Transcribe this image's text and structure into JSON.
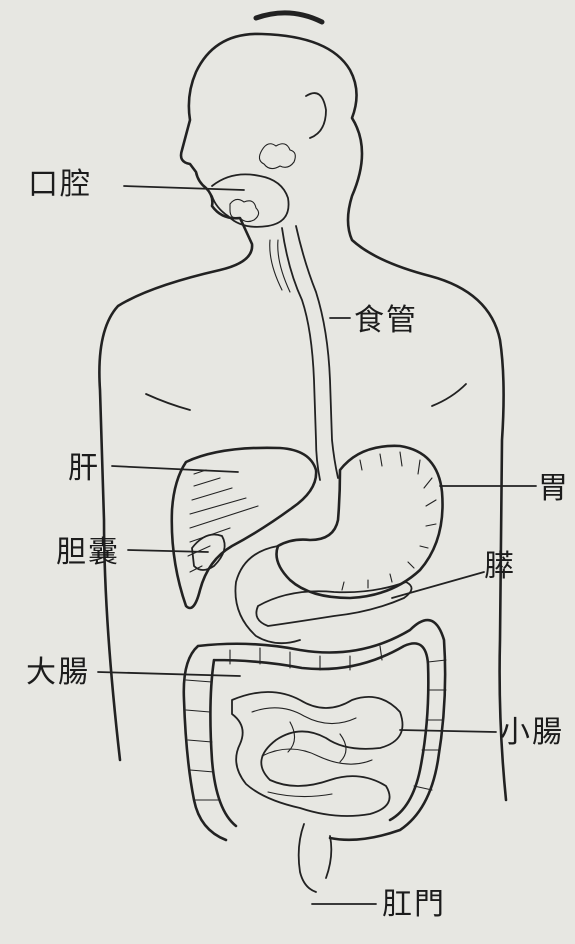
{
  "labels": {
    "mouth": "口腔",
    "esophagus": "食管",
    "liver": "肝",
    "stomach": "胃",
    "gallbladder": "胆囊",
    "pancreas": "膵",
    "large_intestine": "大腸",
    "small_intestine": "小腸",
    "anus": "肛門"
  },
  "colors": {
    "paper": "#e7e7e2",
    "ink": "#222222"
  }
}
